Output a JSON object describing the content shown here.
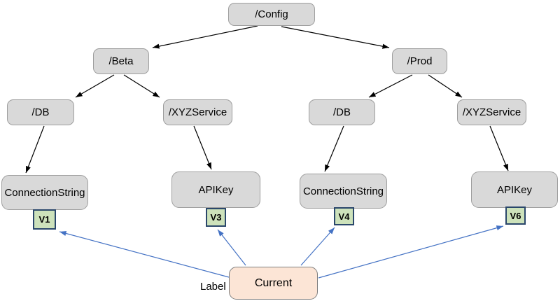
{
  "diagram": {
    "type": "tree",
    "description_colors": {
      "node_fill": "#d9d9d9",
      "node_border": "#9e9e9e",
      "version_fill": "#cde2bb",
      "version_border": "#2a476b",
      "current_fill": "#fce5d6",
      "current_border": "#7f7f7f",
      "tree_arrow": "#000000",
      "pointer_arrow": "#4472c4"
    },
    "nodes": {
      "config": {
        "label": "/Config"
      },
      "beta": {
        "label": "/Beta"
      },
      "prod": {
        "label": "/Prod"
      },
      "db_beta": {
        "label": "/DB"
      },
      "xyz_beta": {
        "label": "/XYZService"
      },
      "db_prod": {
        "label": "/DB"
      },
      "xyz_prod": {
        "label": "/XYZService"
      },
      "cs_beta": {
        "label": "ConnectionString"
      },
      "apikey_beta": {
        "label": "APIKey"
      },
      "cs_prod": {
        "label": "ConnectionString"
      },
      "apikey_prod": {
        "label": "APIKey"
      }
    },
    "versions": {
      "v1": {
        "label": "V1",
        "attached_to": "cs_beta"
      },
      "v3": {
        "label": "V3",
        "attached_to": "apikey_beta"
      },
      "v4": {
        "label": "V4",
        "attached_to": "cs_prod"
      },
      "v6": {
        "label": "V6",
        "attached_to": "apikey_prod"
      }
    },
    "current": {
      "label": "Current",
      "annotation": "Label"
    },
    "edges": [
      {
        "from": "config",
        "to": "beta"
      },
      {
        "from": "config",
        "to": "prod"
      },
      {
        "from": "beta",
        "to": "db_beta"
      },
      {
        "from": "beta",
        "to": "xyz_beta"
      },
      {
        "from": "prod",
        "to": "db_prod"
      },
      {
        "from": "prod",
        "to": "xyz_prod"
      },
      {
        "from": "db_beta",
        "to": "cs_beta"
      },
      {
        "from": "xyz_beta",
        "to": "apikey_beta"
      },
      {
        "from": "db_prod",
        "to": "cs_prod"
      },
      {
        "from": "xyz_prod",
        "to": "apikey_prod"
      }
    ],
    "pointer_links": [
      {
        "from": "current",
        "to": "v1"
      },
      {
        "from": "current",
        "to": "v3"
      },
      {
        "from": "current",
        "to": "v4"
      },
      {
        "from": "current",
        "to": "v6"
      }
    ]
  }
}
